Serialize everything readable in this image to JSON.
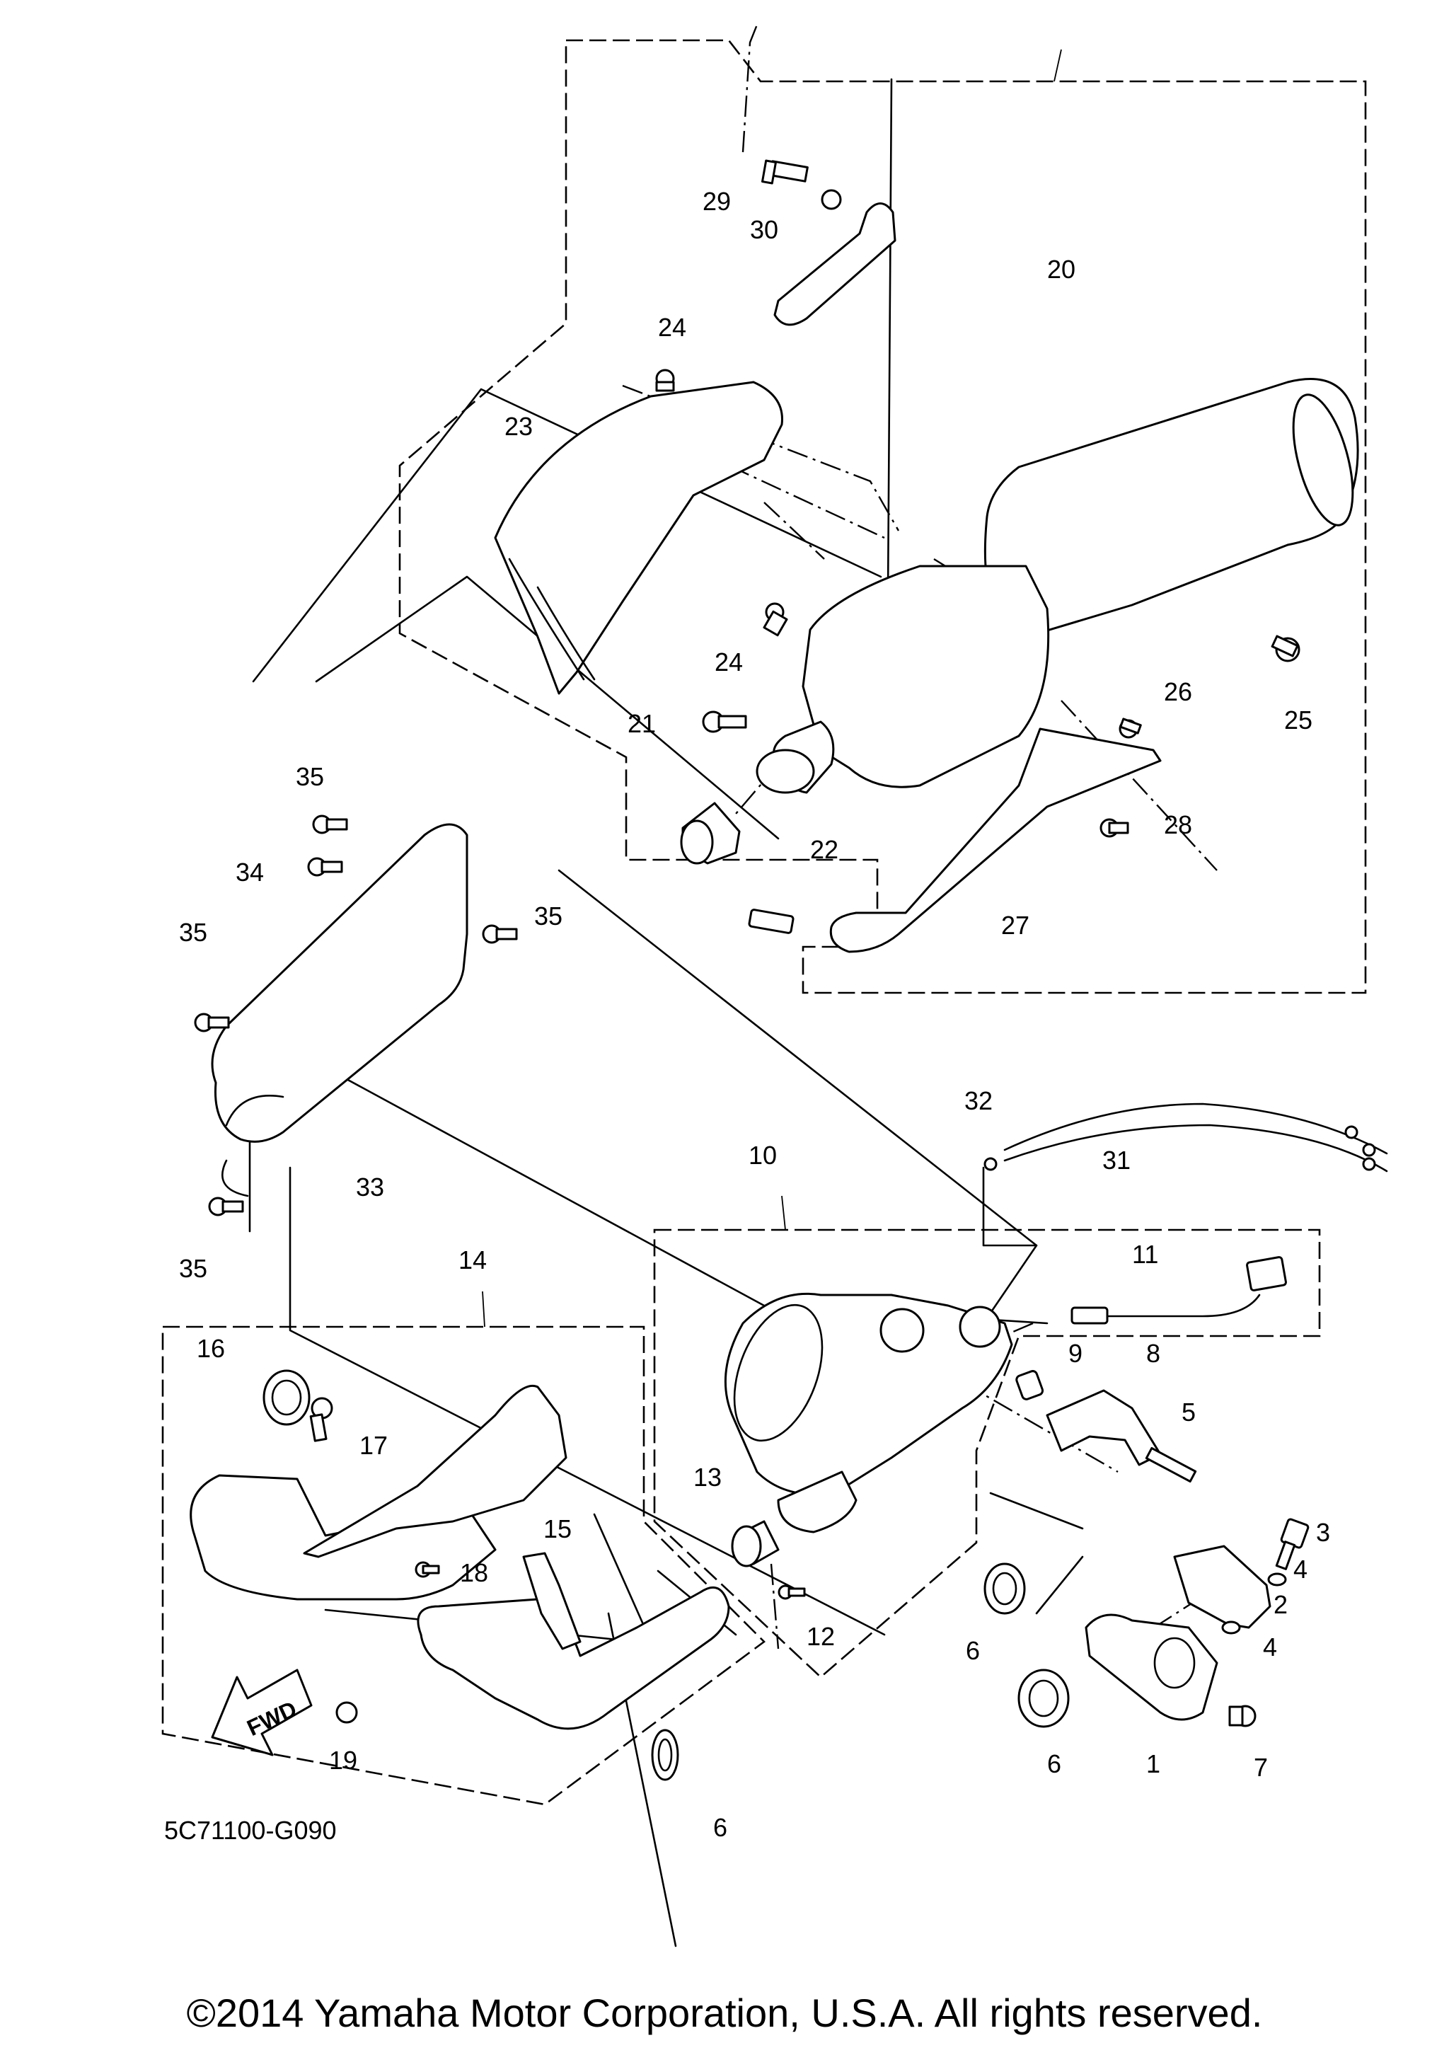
{
  "diagram": {
    "code": "5C71100-G090",
    "copyright": "©2014 Yamaha Motor Corporation, U.S.A. All rights reserved.",
    "fwd_label": "FWD"
  },
  "callouts": [
    "29",
    "30",
    "20",
    "24",
    "23",
    "24",
    "26",
    "25",
    "21",
    "28",
    "22",
    "35",
    "34",
    "35",
    "27",
    "35",
    "32",
    "31",
    "10",
    "33",
    "11",
    "35",
    "14",
    "9",
    "8",
    "16",
    "5",
    "17",
    "13",
    "3",
    "15",
    "4",
    "18",
    "2",
    "12",
    "4",
    "6",
    "19",
    "6",
    "1",
    "7",
    "6"
  ]
}
